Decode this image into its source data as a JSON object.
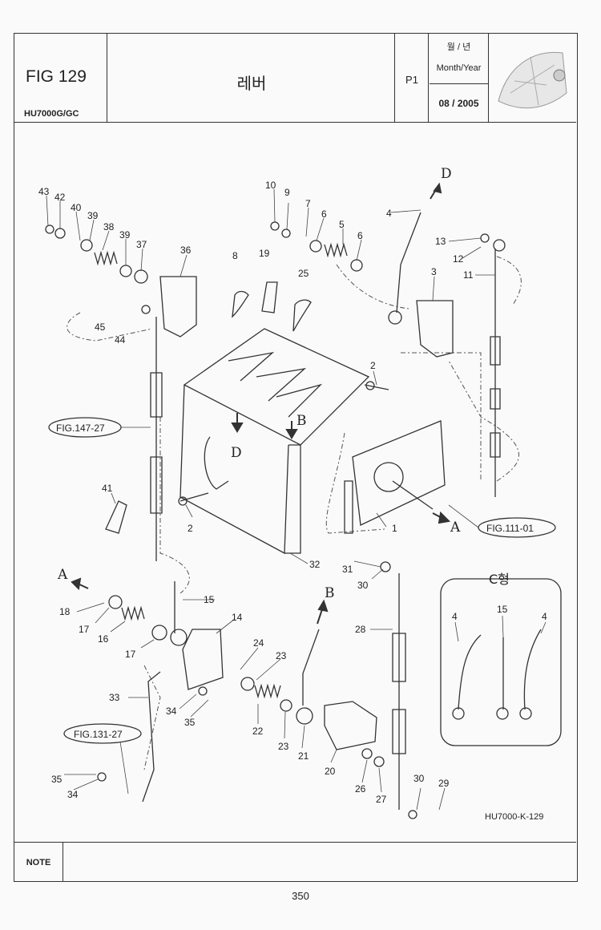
{
  "header": {
    "fig_number": "FIG 129",
    "model": "HU7000G/GC",
    "title": "레버",
    "page_id": "P1",
    "date_label_ko": "월 / 년",
    "date_label_en": "Month/Year",
    "date_value": "08 / 2005"
  },
  "diagram": {
    "drawing_code": "HU7000-K-129",
    "fig_refs": [
      "FIG.147-27",
      "FIG.111-01",
      "FIG.131-27"
    ],
    "arrow_labels": [
      "A",
      "B",
      "D"
    ],
    "detail_c_title": "C형",
    "detail_c_parts": [
      "4",
      "15",
      "4"
    ],
    "part_numbers": [
      "43",
      "42",
      "40",
      "39",
      "38",
      "39",
      "37",
      "36",
      "45",
      "44",
      "10",
      "9",
      "7",
      "6",
      "5",
      "6",
      "8",
      "19",
      "25",
      "4",
      "13",
      "12",
      "11",
      "3",
      "2",
      "41",
      "2",
      "32",
      "1",
      "18",
      "17",
      "16",
      "17",
      "15",
      "14",
      "33",
      "34",
      "35",
      "24",
      "23",
      "22",
      "23",
      "21",
      "20",
      "31",
      "30",
      "28",
      "26",
      "27",
      "30",
      "29",
      "35",
      "34"
    ]
  },
  "footer": {
    "note_label": "NOTE",
    "page_number": "350"
  }
}
